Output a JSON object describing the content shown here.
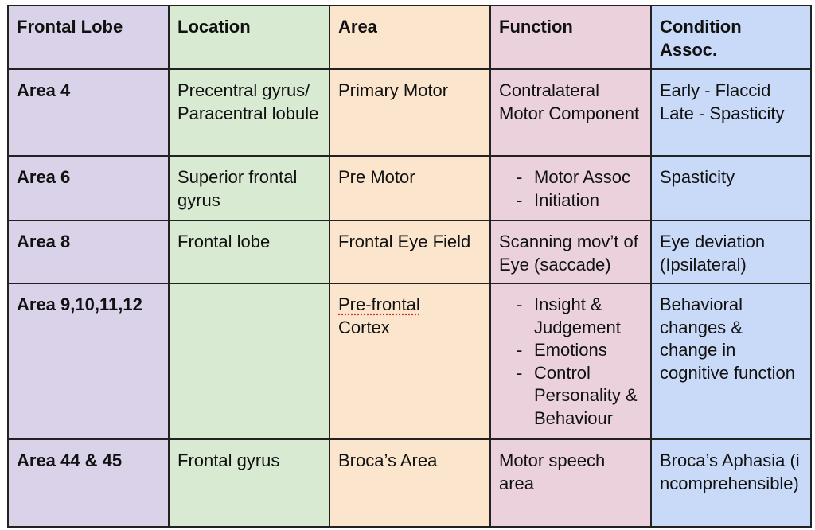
{
  "table": {
    "headers": [
      {
        "text": "Frontal Lobe",
        "color": "#1515d8"
      },
      {
        "text": "Location"
      },
      {
        "text": "Area"
      },
      {
        "text": "Function"
      },
      {
        "text": "Condition Assoc."
      }
    ],
    "column_colors": [
      "#d9d2e9",
      "#d9ead3",
      "#fce5cd",
      "#ead1dc",
      "#c9daf8"
    ],
    "area_label_color": "#c81010",
    "rows": [
      {
        "area": "Area 4",
        "location": "Precentral gyrus/ Paracentral lobule",
        "region": "Primary Motor",
        "function": "Contralateral Motor Component",
        "condition": [
          "Early - Flaccid",
          "Late - Spasticity"
        ]
      },
      {
        "area": "Area 6",
        "location": "Superior frontal gyrus",
        "region": "Pre Motor",
        "function_list": [
          "Motor Assoc",
          "Initiation"
        ],
        "condition": "Spasticity"
      },
      {
        "area": "Area 8",
        "location": "Frontal lobe",
        "region": "Frontal Eye Field",
        "function": "Scanning mov’t of Eye (saccade)",
        "condition": "Eye deviation (Ipsilateral)"
      },
      {
        "area": "Area 9,10,11,12",
        "location": "",
        "region_line1": "Pre-frontal",
        "region_line2": "Cortex",
        "function_list": [
          "Insight & Judgement",
          "Emotions",
          "Control Personality & Behaviour"
        ],
        "condition": "Behavioral changes & change in cognitive function"
      },
      {
        "area": "Area 44 & 45",
        "location": "Frontal gyrus",
        "region": "Broca’s Area",
        "function": "Motor speech area",
        "condition": "Broca’s Aphasia (incomprehensible)"
      }
    ]
  }
}
